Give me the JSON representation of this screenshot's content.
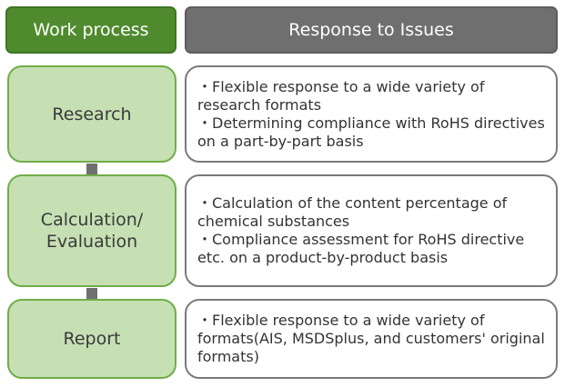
{
  "header": {
    "left": "Work process",
    "right": "Response to Issues"
  },
  "steps": [
    {
      "label": "Research",
      "responses": [
        "・Flexible response to a wide variety of research formats",
        "・Determining compliance with RoHS directives on a part-by-part basis"
      ]
    },
    {
      "label": "Calculation/\nEvaluation",
      "responses": [
        "・Calculation of the content percentage of chemical substances",
        "・Compliance assessment for RoHS directive etc. on a product-by-product basis"
      ]
    },
    {
      "label": "Report",
      "responses": [
        "・Flexible response to a wide variety of formats(AIS, MSDSplus, and customers' original formats)"
      ]
    }
  ],
  "colors": {
    "header_left": "#4f8b2e",
    "header_right": "#6f6f6f",
    "step_fill": "#c6e0b4",
    "step_border": "#70ad47",
    "arrow": "#707070"
  }
}
